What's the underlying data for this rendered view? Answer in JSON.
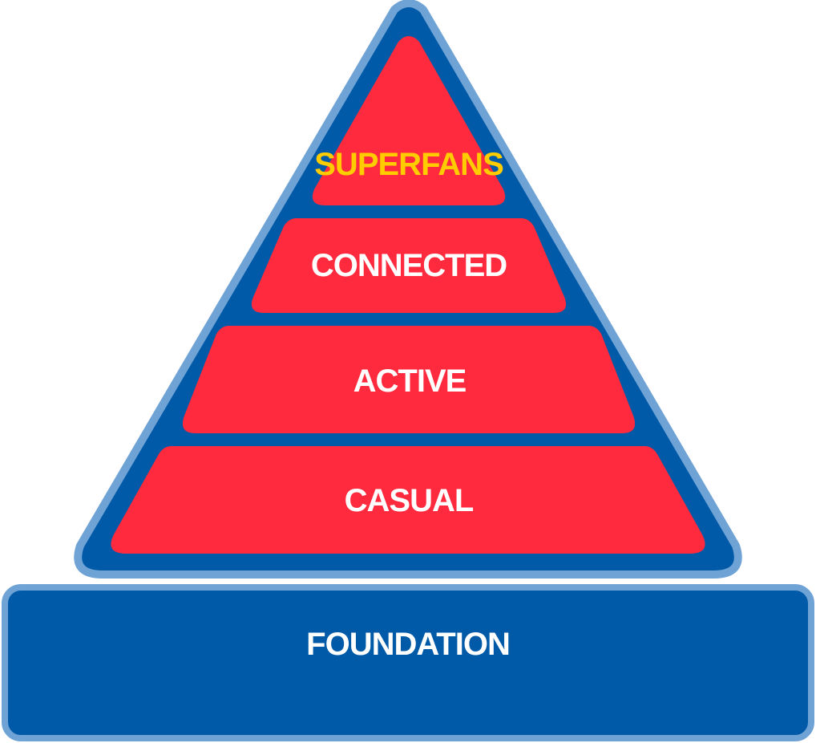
{
  "colors": {
    "outer_border": "#6fa3d6",
    "inner_blue": "#005aa7",
    "tier_fill": "#ff2a3d",
    "label_white": "#ffffff",
    "label_gold": "#ffcc00"
  },
  "pyramid": {
    "tiers": [
      {
        "label": "SUPERFANS",
        "label_color": "#ffcc00"
      },
      {
        "label": "CONNECTED",
        "label_color": "#ffffff"
      },
      {
        "label": "ACTIVE",
        "label_color": "#ffffff"
      },
      {
        "label": "CASUAL",
        "label_color": "#ffffff"
      }
    ]
  },
  "foundation": {
    "label": "FOUNDATION"
  }
}
